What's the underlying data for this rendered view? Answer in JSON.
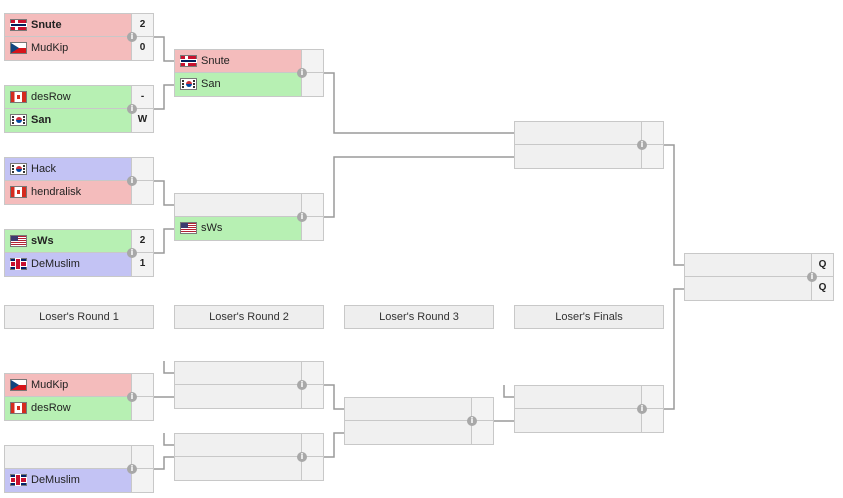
{
  "colors": {
    "winner_bg": "#b7f0b3",
    "loser_bg": "#f4bcbc",
    "neutral_bg": "#c3c3f4",
    "empty_bg": "#f0f0f0",
    "connector": "#9a9a9a"
  },
  "round_labels": [
    "Loser's Round 1",
    "Loser's Round 2",
    "Loser's Round 3",
    "Loser's Finals"
  ],
  "upper": {
    "r1": [
      {
        "top": {
          "name": "Snute",
          "flag": "no",
          "score": "2",
          "bold": true,
          "state": "loser"
        },
        "bot": {
          "name": "MudKip",
          "flag": "cz",
          "score": "0",
          "bold": false,
          "state": "loser"
        }
      },
      {
        "top": {
          "name": "desRow",
          "flag": "ca",
          "score": "-",
          "bold": false,
          "state": "winner"
        },
        "bot": {
          "name": "San",
          "flag": "kr",
          "score": "W",
          "bold": true,
          "state": "winner"
        }
      },
      {
        "top": {
          "name": "Hack",
          "flag": "kr",
          "score": "",
          "bold": false,
          "state": "neutral"
        },
        "bot": {
          "name": "hendralisk",
          "flag": "ca",
          "score": "",
          "bold": false,
          "state": "loser"
        }
      },
      {
        "top": {
          "name": "sWs",
          "flag": "us",
          "score": "2",
          "bold": true,
          "state": "winner"
        },
        "bot": {
          "name": "DeMuslim",
          "flag": "gb",
          "score": "1",
          "bold": false,
          "state": "neutral"
        }
      }
    ],
    "r2": [
      {
        "top": {
          "name": "Snute",
          "flag": "no",
          "score": "",
          "bold": false,
          "state": "loser"
        },
        "bot": {
          "name": "San",
          "flag": "kr",
          "score": "",
          "bold": false,
          "state": "winner"
        }
      },
      {
        "top": {
          "name": "",
          "flag": "",
          "score": "",
          "bold": false,
          "state": "empty"
        },
        "bot": {
          "name": "sWs",
          "flag": "us",
          "score": "",
          "bold": false,
          "state": "winner"
        }
      }
    ],
    "r3": [
      {
        "top": {
          "name": "",
          "flag": "",
          "score": "",
          "bold": false,
          "state": "empty"
        },
        "bot": {
          "name": "",
          "flag": "",
          "score": "",
          "bold": false,
          "state": "empty"
        }
      }
    ]
  },
  "final": {
    "top": {
      "name": "",
      "flag": "",
      "score": "Q",
      "bold": false,
      "state": "empty"
    },
    "bot": {
      "name": "",
      "flag": "",
      "score": "Q",
      "bold": false,
      "state": "empty"
    }
  },
  "lower": {
    "r1": [
      {
        "top": {
          "name": "MudKip",
          "flag": "cz",
          "score": "",
          "bold": false,
          "state": "loser"
        },
        "bot": {
          "name": "desRow",
          "flag": "ca",
          "score": "",
          "bold": false,
          "state": "winner"
        }
      },
      {
        "top": {
          "name": "",
          "flag": "",
          "score": "",
          "bold": false,
          "state": "empty"
        },
        "bot": {
          "name": "DeMuslim",
          "flag": "gb",
          "score": "",
          "bold": false,
          "state": "neutral"
        }
      }
    ],
    "r2": [
      {
        "top": {
          "name": "",
          "flag": "",
          "score": "",
          "bold": false,
          "state": "empty"
        },
        "bot": {
          "name": "",
          "flag": "",
          "score": "",
          "bold": false,
          "state": "empty"
        }
      },
      {
        "top": {
          "name": "",
          "flag": "",
          "score": "",
          "bold": false,
          "state": "empty"
        },
        "bot": {
          "name": "",
          "flag": "",
          "score": "",
          "bold": false,
          "state": "empty"
        }
      }
    ],
    "r3": [
      {
        "top": {
          "name": "",
          "flag": "",
          "score": "",
          "bold": false,
          "state": "empty"
        },
        "bot": {
          "name": "",
          "flag": "",
          "score": "",
          "bold": false,
          "state": "empty"
        }
      }
    ],
    "finals": [
      {
        "top": {
          "name": "",
          "flag": "",
          "score": "",
          "bold": false,
          "state": "empty"
        },
        "bot": {
          "name": "",
          "flag": "",
          "score": "",
          "bold": false,
          "state": "empty"
        }
      }
    ]
  }
}
